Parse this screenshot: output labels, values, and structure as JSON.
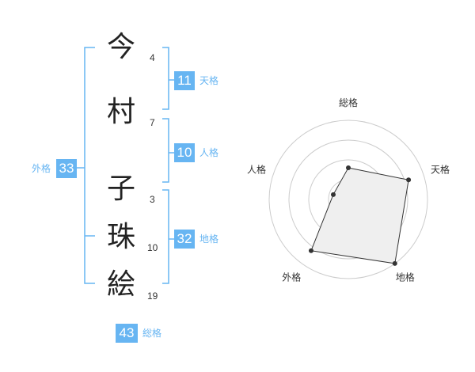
{
  "name": {
    "characters": [
      {
        "char": "今",
        "strokes": "4"
      },
      {
        "char": "村",
        "strokes": "7"
      },
      {
        "char": "子",
        "strokes": "3"
      },
      {
        "char": "珠",
        "strokes": "10"
      },
      {
        "char": "絵",
        "strokes": "19"
      }
    ]
  },
  "kaku": {
    "tenkaku": {
      "value": "11",
      "label": "天格"
    },
    "jinkaku": {
      "value": "10",
      "label": "人格"
    },
    "chikaku": {
      "value": "32",
      "label": "地格"
    },
    "gaikaku": {
      "value": "33",
      "label": "外格"
    },
    "soukaku": {
      "value": "43",
      "label": "総格"
    }
  },
  "colors": {
    "accent": "#67b5f2",
    "radar_fill": "#efefef",
    "radar_line": "#333333",
    "grid": "#cccccc"
  },
  "chart_data": {
    "type": "radar",
    "axes": [
      "総格",
      "天格",
      "地格",
      "外格",
      "人格"
    ],
    "max": 5,
    "rings": 4,
    "values": [
      2,
      4,
      5,
      4,
      1
    ]
  }
}
